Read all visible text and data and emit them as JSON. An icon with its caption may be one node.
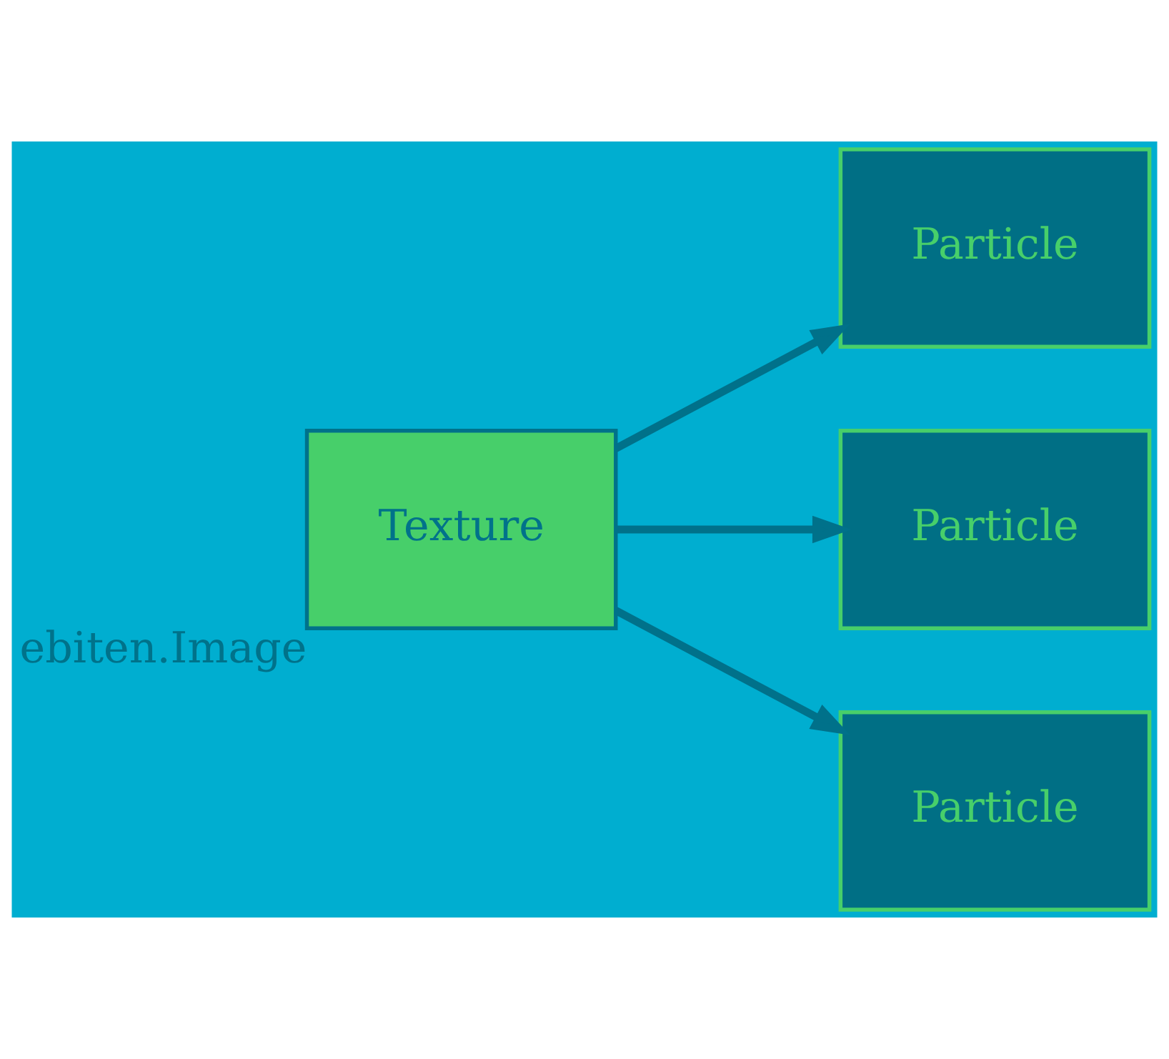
{
  "diagram": {
    "nodes": [
      {
        "text": [
          "Texture"
        ],
        "beside": [
          "ebiten.Image"
        ]
      },
      {
        "text": [
          "Particle"
        ]
      },
      {
        "text": [
          "Particle"
        ]
      },
      {
        "text": [
          "Particle"
        ]
      }
    ],
    "edges": [
      {
        "from": 0,
        "to": 1,
        "arrow": "to"
      },
      {
        "from": 0,
        "to": 2,
        "arrow": "to"
      },
      {
        "from": 0,
        "to": 3,
        "arrow": "to"
      }
    ]
  }
}
